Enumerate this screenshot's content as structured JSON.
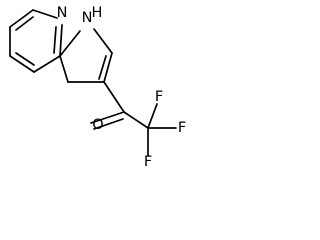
{
  "molecule": {
    "atoms": {
      "pyridine_n": "N",
      "pyrrole_nh": "H",
      "pyrrole_n": "N",
      "carbonyl_o": "O",
      "f_top": "F",
      "f_right": "F",
      "f_bottom": "F"
    }
  },
  "colors": {
    "bond": "#000000",
    "label": "#000000",
    "background": "#ffffff"
  }
}
